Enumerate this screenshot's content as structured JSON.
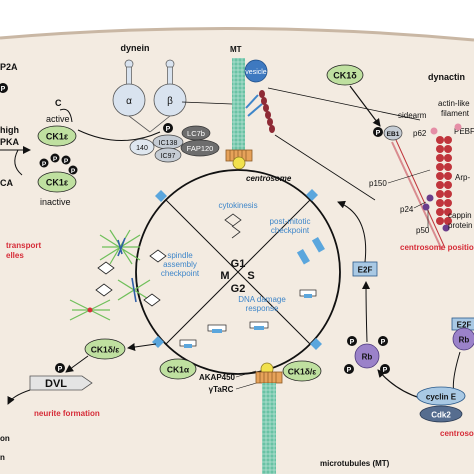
{
  "labels": {
    "p2a": "P2A",
    "active": "active",
    "high": "high",
    "pka": "PKA",
    "ca": "CA",
    "c_letter": "C",
    "inactive": "inactive",
    "ck1e_active": "CK1ε",
    "ck1e_inactive": "CK1ε",
    "transport_line1": "transport",
    "transport_line2": "elles",
    "dynein": "dynein",
    "alpha": "α",
    "beta": "β",
    "n140": "140",
    "ic138": "IC138",
    "ic97": "IC97",
    "lc7b": "LC7b",
    "fap120": "FAP120",
    "mt": "MT",
    "vesicle": "vesicle",
    "centrosome": "centrosome",
    "ck1d_top": "CK1δ",
    "dynactin": "dynactin",
    "sidearm": "sidearm",
    "actin_line1": "actin-like",
    "actin_line2": "filament",
    "eb1": "EB1",
    "p62": "p62",
    "pebp": "PEBF",
    "arp": "Arp-",
    "p150": "p150",
    "p24": "p24",
    "p50": "p50",
    "capping_line1": "cappin",
    "capping_line2": "protein",
    "centrosome_position": "centrosome position",
    "cytokinesis": "cytokinesis",
    "spindle_line1": "spindle",
    "spindle_line2": "assembly",
    "spindle_line3": "checkpoint",
    "postmitotic_line1": "post-mitotic",
    "postmitotic_line2": "checkpoint",
    "g1": "G1",
    "m": "M",
    "s": "S",
    "g2": "G2",
    "dna_line1": "DNA damage",
    "dna_line2": "response",
    "e2f_box": "E2F",
    "e2f_right": "E2F",
    "rb_right": "Rb",
    "rb_center": "Rb",
    "ck1de": "CK1δ/ε",
    "ck1a": "CK1α",
    "ck1de_bottom": "CK1δ/ε",
    "akap450": "AKAP450",
    "ytarc": "γTaRC",
    "dvl": "DVL",
    "neurite": "neurite formation",
    "cyclin_e": "cyclin E",
    "cdk2": "Cdk2",
    "centroso_cut": "centroso",
    "microtubules": "microtubules (MT)",
    "on_cut": "on",
    "n_cut": "n",
    "p": "P"
  },
  "colors": {
    "cell": "#f3ebe1",
    "membrane": "#c9b7a4",
    "ck_green": "#bfe0a0",
    "red_text": "#d62c38",
    "blue_text": "#3e86c9",
    "mt_green": "#69c2a4",
    "rb_purple": "#9b82c9",
    "e2f_blue": "#a9c9e4",
    "filament_red": "#c0353c"
  }
}
